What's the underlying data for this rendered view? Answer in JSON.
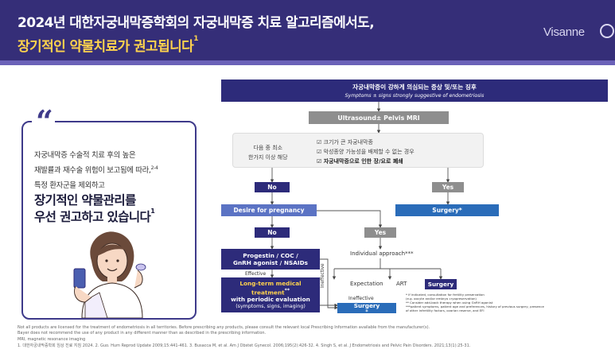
{
  "header": {
    "title_line1": "2024년 대한자궁내막증학회의 자궁내막증 치료 알고리즘에서도,",
    "title_line2": "장기적인 약물치료가 권고됩니다",
    "title_line2_sup": "1",
    "logo_text": "Visanne"
  },
  "quote": {
    "mark": "“",
    "line1": "자궁내막증 수술적 치료 후의 높은",
    "line2": "재발률과 재수술 위험이 보고됨에 따라,",
    "line2_sup": "2-4",
    "line3": "특정 환자군을 제외하고",
    "big1": "장기적인 약물관리를",
    "big2": "우선 권고하고 있습니다",
    "big2_sup": "1"
  },
  "flow": {
    "top_ko": "자궁내막증이 강하게 의심되는 증상 및/또는 징후",
    "top_en": "Symptoms ± signs strongly suggestive of endometriosis",
    "ultrasound": "Ultrasound± Pelvis MRI",
    "criteria_left1": "다음 중 최소",
    "criteria_left2": "한가지 이상 해당",
    "criteria_items": [
      "☑ 크기가 큰 자궁내막종",
      "☑ 악성종양 가능성을 배제할 수 없는 경우",
      "☑ 자궁내막증으로 인한 장/요로 폐쇄"
    ],
    "no1": "No",
    "yes1": "Yes",
    "desire": "Desire for pregnancy",
    "surgery1": "Surgery*",
    "no2": "No",
    "yes2": "Yes",
    "prog_l1": "Progestin / COC /",
    "prog_l2": "GnRH agonist / NSAIDs",
    "effective": "Effective",
    "ltm_yellow1": "Long-term medical",
    "ltm_yellow2": "treatment",
    "ltm_sup": "**",
    "ltm_l3": "with periodic evaluation",
    "ltm_l4": "(symptoms, signs, imaging)",
    "ineffective_v": "Ineffective",
    "ineffective_h": "Ineffective",
    "surgery2": "Surgery",
    "surgery2_sup": "*",
    "approach": "Individual approach***",
    "opt_expectation": "Expectation",
    "opt_art": "ART",
    "surgery3": "Surgery",
    "notes": [
      "* If indicated, consultation for fertility preservation",
      "(e.g. oocyte and/or embryo cryopreservation)",
      "** Consider add-back therapy when using GnRH agonist",
      "***patient symptoms, patient age and preferences, history of previous surgery, presence",
      "of other infertility factors, ovarian reserve, and EFI"
    ]
  },
  "footer": {
    "line1": "Not all products are licensed for the treatment of endometriosis in all territories. Before prescribing any products, please consult the relevant local Prescribing Information available from the manufacturer(s).",
    "line2": "Bayer does not recommend the use of any product in any different manner than as described in the prescribing information.",
    "line3": "MRI, magnetic resonance imaging",
    "line4": "1. 대한자궁내막증학회 임상 진료 지침 2024. 2. Guo. Hum Reprod Update 2009;15:441-461. 3. Busacca M, et al. Am J Obstet Gynecol. 2006;195(2):426-32. 4. Singh S, et al. J Endometriosis and Pelvic Pain Disorders. 2021;13(1):25-31."
  },
  "colors": {
    "header_bg": "#352e78",
    "accent_yellow": "#ffd34d",
    "navy": "#2d2b7a",
    "gray": "#8e8e8e",
    "mid_blue": "#5b73c4",
    "surgery_blue": "#2a6cb9"
  }
}
